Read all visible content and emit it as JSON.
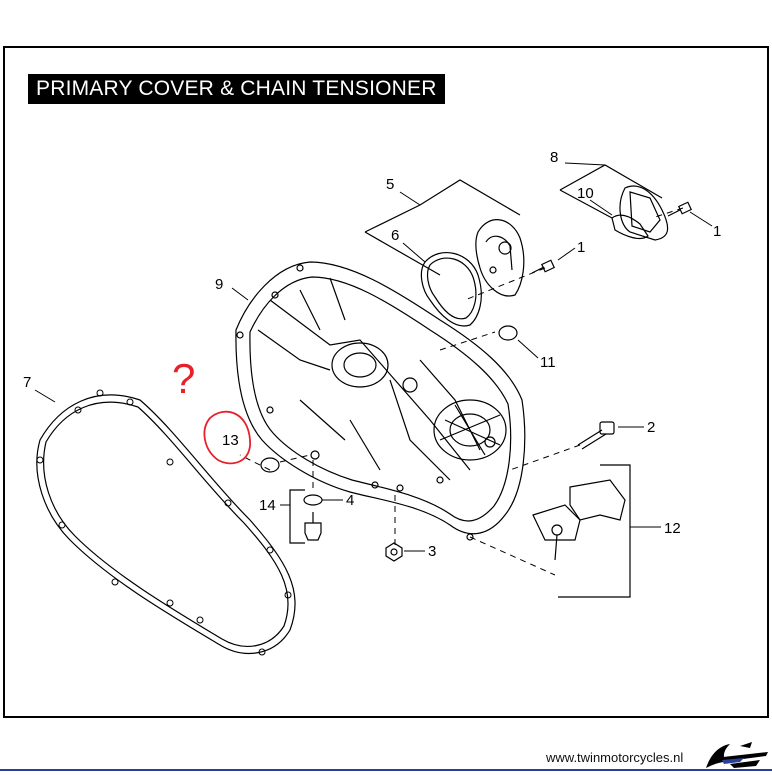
{
  "diagram": {
    "title": "PRIMARY COVER & CHAIN TENSIONER",
    "callouts": [
      {
        "id": "label-1a",
        "text": "1"
      },
      {
        "id": "label-1b",
        "text": "1"
      },
      {
        "id": "label-2",
        "text": "2"
      },
      {
        "id": "label-3",
        "text": "3"
      },
      {
        "id": "label-4",
        "text": "4"
      },
      {
        "id": "label-5",
        "text": "5"
      },
      {
        "id": "label-6",
        "text": "6"
      },
      {
        "id": "label-7",
        "text": "7"
      },
      {
        "id": "label-8",
        "text": "8"
      },
      {
        "id": "label-9",
        "text": "9"
      },
      {
        "id": "label-10",
        "text": "10"
      },
      {
        "id": "label-11",
        "text": "11"
      },
      {
        "id": "label-12",
        "text": "12"
      },
      {
        "id": "label-13",
        "text": "13"
      },
      {
        "id": "label-14",
        "text": "14"
      }
    ],
    "annotation": {
      "question_mark": "?",
      "highlight_color": "#e8202a"
    }
  },
  "footer": {
    "url": "www.twinmotorcycles.nl",
    "accent_color": "#2b3e9a"
  },
  "icons": {
    "logo": "twin-motorcycles-logo-icon"
  }
}
